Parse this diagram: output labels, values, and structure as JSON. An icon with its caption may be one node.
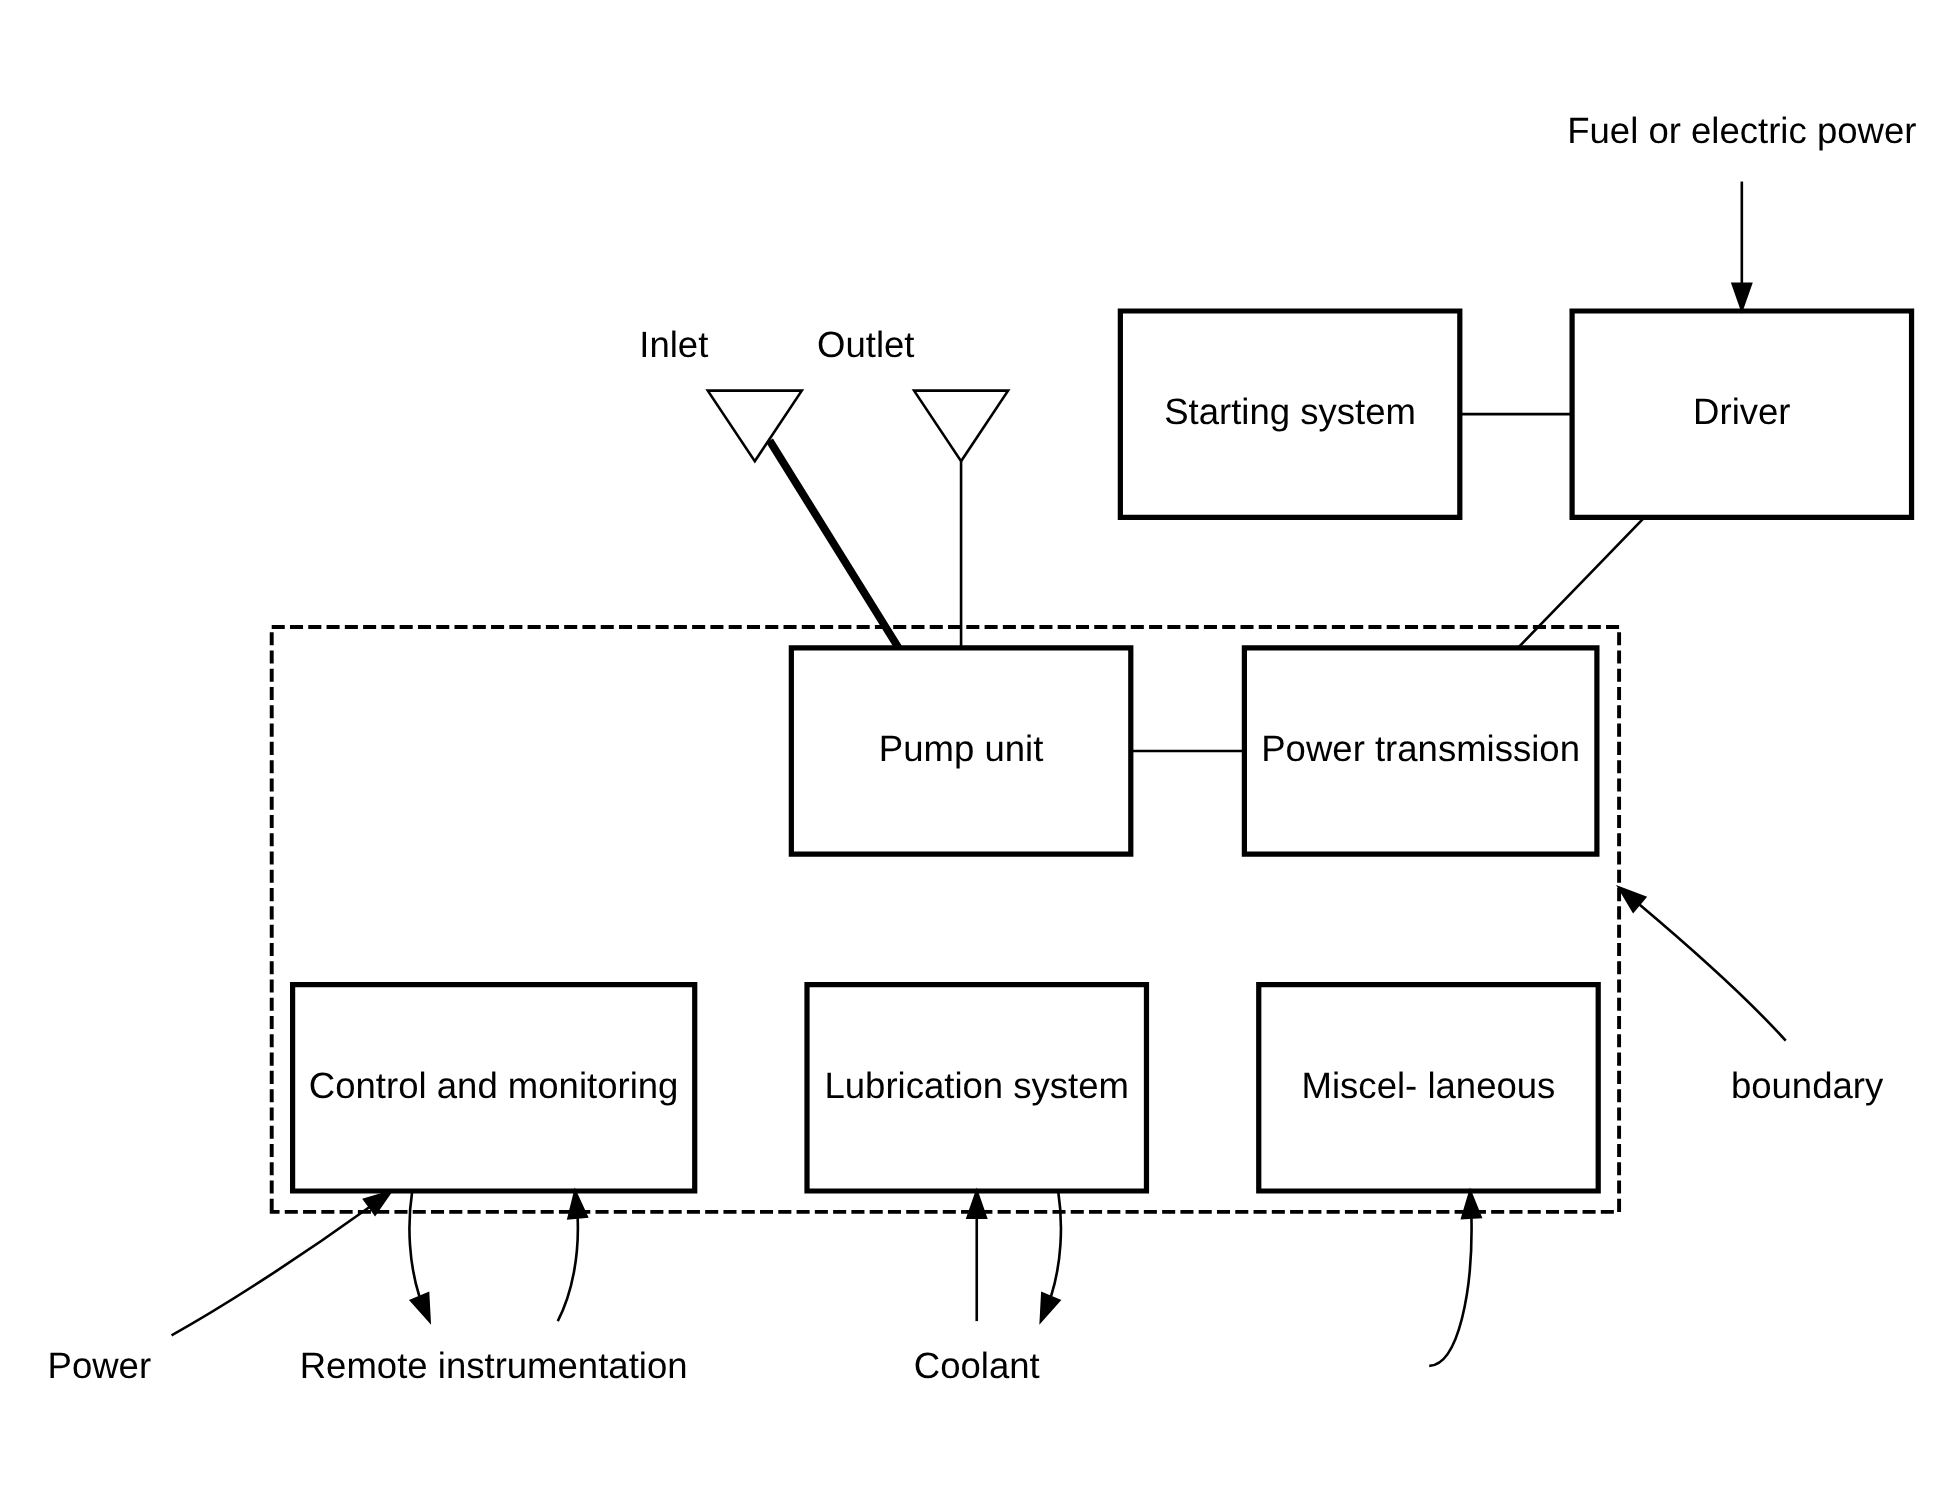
{
  "diagram": {
    "nodes": [
      {
        "text": [
          "Fuel or electric power"
        ]
      },
      {
        "text": [],
        "shape": "valve",
        "beside": [
          "Inlet"
        ]
      },
      {
        "text": [],
        "shape": "valve",
        "beside": [
          "Outlet"
        ]
      },
      {
        "text": [],
        "shape": "box"
      },
      {
        "text": [
          "Starting system"
        ]
      },
      {
        "text": [
          "Driver"
        ]
      },
      {
        "text": [
          "Power transmission"
        ],
        "in": 3
      },
      {
        "text": [
          "Pump unit"
        ],
        "in": 3
      },
      {
        "text": [
          "Control and monitoring"
        ],
        "in": 3
      },
      {
        "text": [
          "Lubrication system"
        ],
        "in": 3
      },
      {
        "text": [
          "Miscel- laneous"
        ],
        "in": 3
      },
      {
        "text": [
          "Power"
        ]
      },
      {
        "text": [
          "Remote instrumentation"
        ]
      },
      {
        "text": [
          "Coolant"
        ]
      },
      {
        "text": [
          "boundary"
        ]
      }
    ],
    "edges": [
      {
        "from": 0,
        "to": 5,
        "arrow": "to"
      },
      {
        "from": 1,
        "to": 7,
        "arrow": "none",
        "style": "thick"
      },
      {
        "from": 2,
        "to": 7,
        "arrow": "none"
      },
      {
        "from": 4,
        "to": 5,
        "arrow": "none"
      },
      {
        "from": 5,
        "to": 6,
        "arrow": "none"
      },
      {
        "from": 6,
        "to": 7,
        "arrow": "none"
      },
      {
        "from": 11,
        "to": 8,
        "arrow": "to"
      },
      {
        "from": 8,
        "to": 12,
        "arrow": "to"
      },
      {
        "from": 12,
        "to": 8,
        "arrow": "to"
      },
      {
        "from": 13,
        "to": 9,
        "arrow": "to"
      },
      {
        "from": 9,
        "to": 13,
        "arrow": "to"
      },
      {
        "from": null,
        "to": 10,
        "arrow": "to"
      },
      {
        "from": 14,
        "to": 3,
        "arrow": "to"
      }
    ]
  }
}
